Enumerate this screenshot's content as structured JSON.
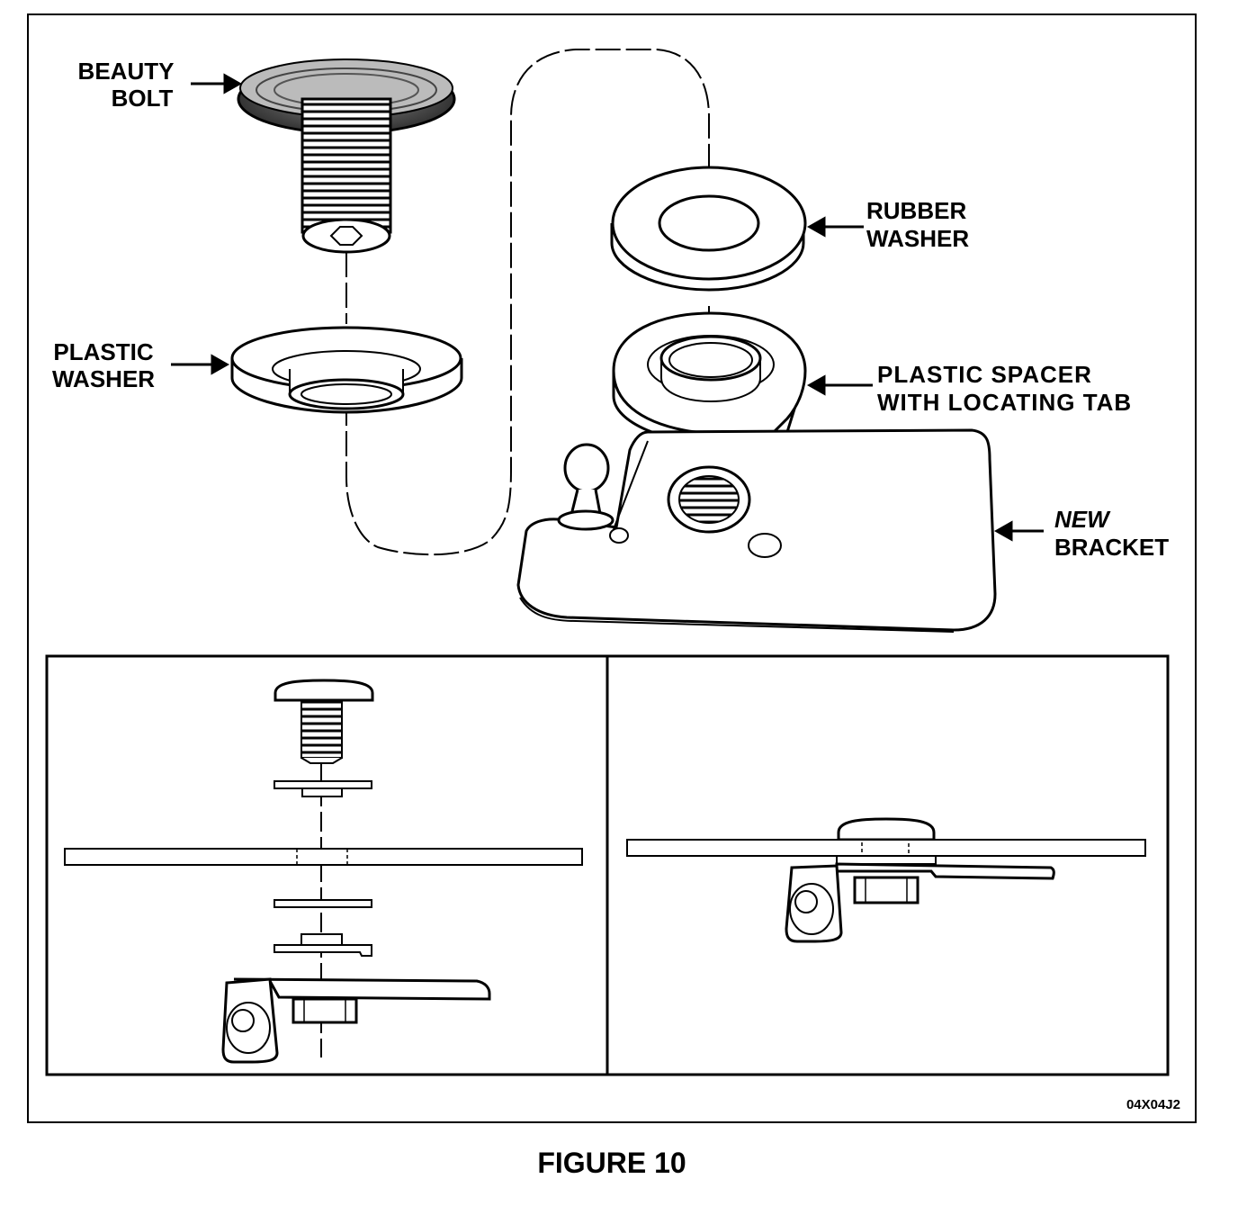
{
  "labels": {
    "beauty_bolt": [
      "BEAUTY",
      "BOLT"
    ],
    "plastic_washer": [
      "PLASTIC",
      "WASHER"
    ],
    "rubber_washer": [
      "RUBBER",
      "WASHER"
    ],
    "plastic_spacer": [
      "PLASTIC SPACER",
      "WITH LOCATING TAB"
    ],
    "new_bracket": [
      "NEW",
      "BRACKET"
    ]
  },
  "figure_code": "04X04J2",
  "caption": "FIGURE 10",
  "colors": {
    "ink": "#000000",
    "paper": "#ffffff",
    "fill": "#f4f4f4"
  }
}
